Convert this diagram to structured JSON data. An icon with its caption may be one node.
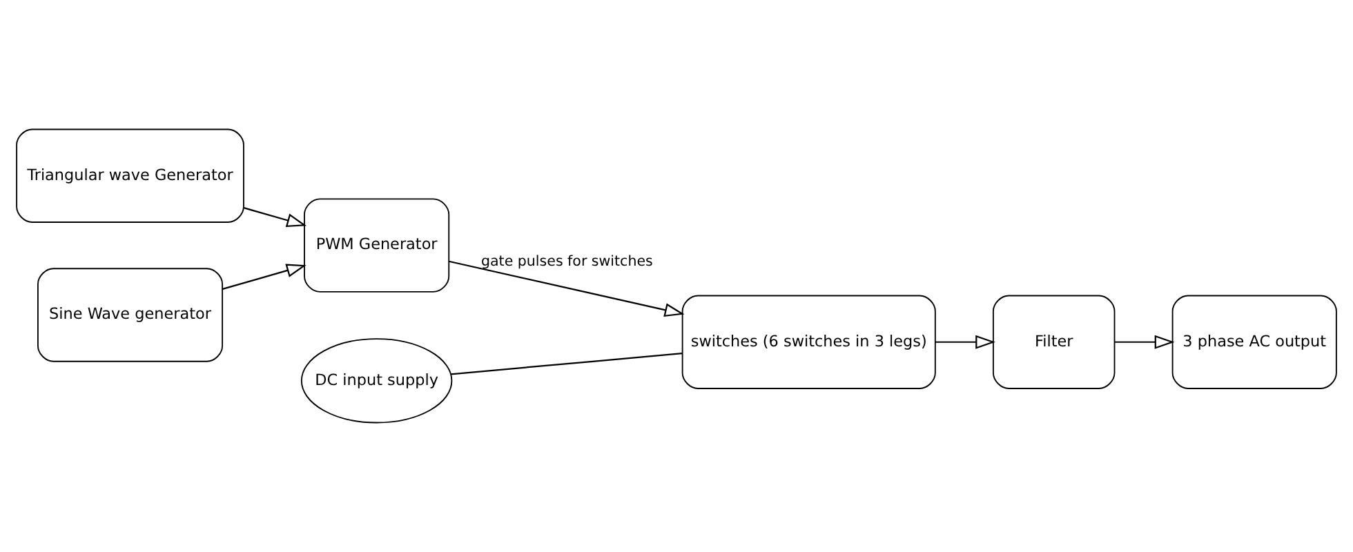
{
  "diagram": {
    "nodes": [
      {
        "text": [
          "Triangular wave Generator"
        ]
      },
      {
        "text": [
          "Sine Wave generator"
        ]
      },
      {
        "text": [
          "PWM Generator"
        ]
      },
      {
        "text": [
          "DC input supply"
        ]
      },
      {
        "text": [
          "switches (6 switches in 3 legs)"
        ]
      },
      {
        "text": [
          "Filter"
        ]
      },
      {
        "text": [
          "3 phase AC output"
        ]
      }
    ],
    "edges": [
      {
        "from": 0,
        "to": 2,
        "arrow": "to"
      },
      {
        "from": 1,
        "to": 2,
        "arrow": "to"
      },
      {
        "from": 2,
        "to": 4,
        "arrow": "to",
        "label": "gate pulses for switches"
      },
      {
        "from": 3,
        "to": 4,
        "arrow": "none"
      },
      {
        "from": 4,
        "to": 5,
        "arrow": "to"
      },
      {
        "from": 5,
        "to": 6,
        "arrow": "to"
      }
    ]
  }
}
